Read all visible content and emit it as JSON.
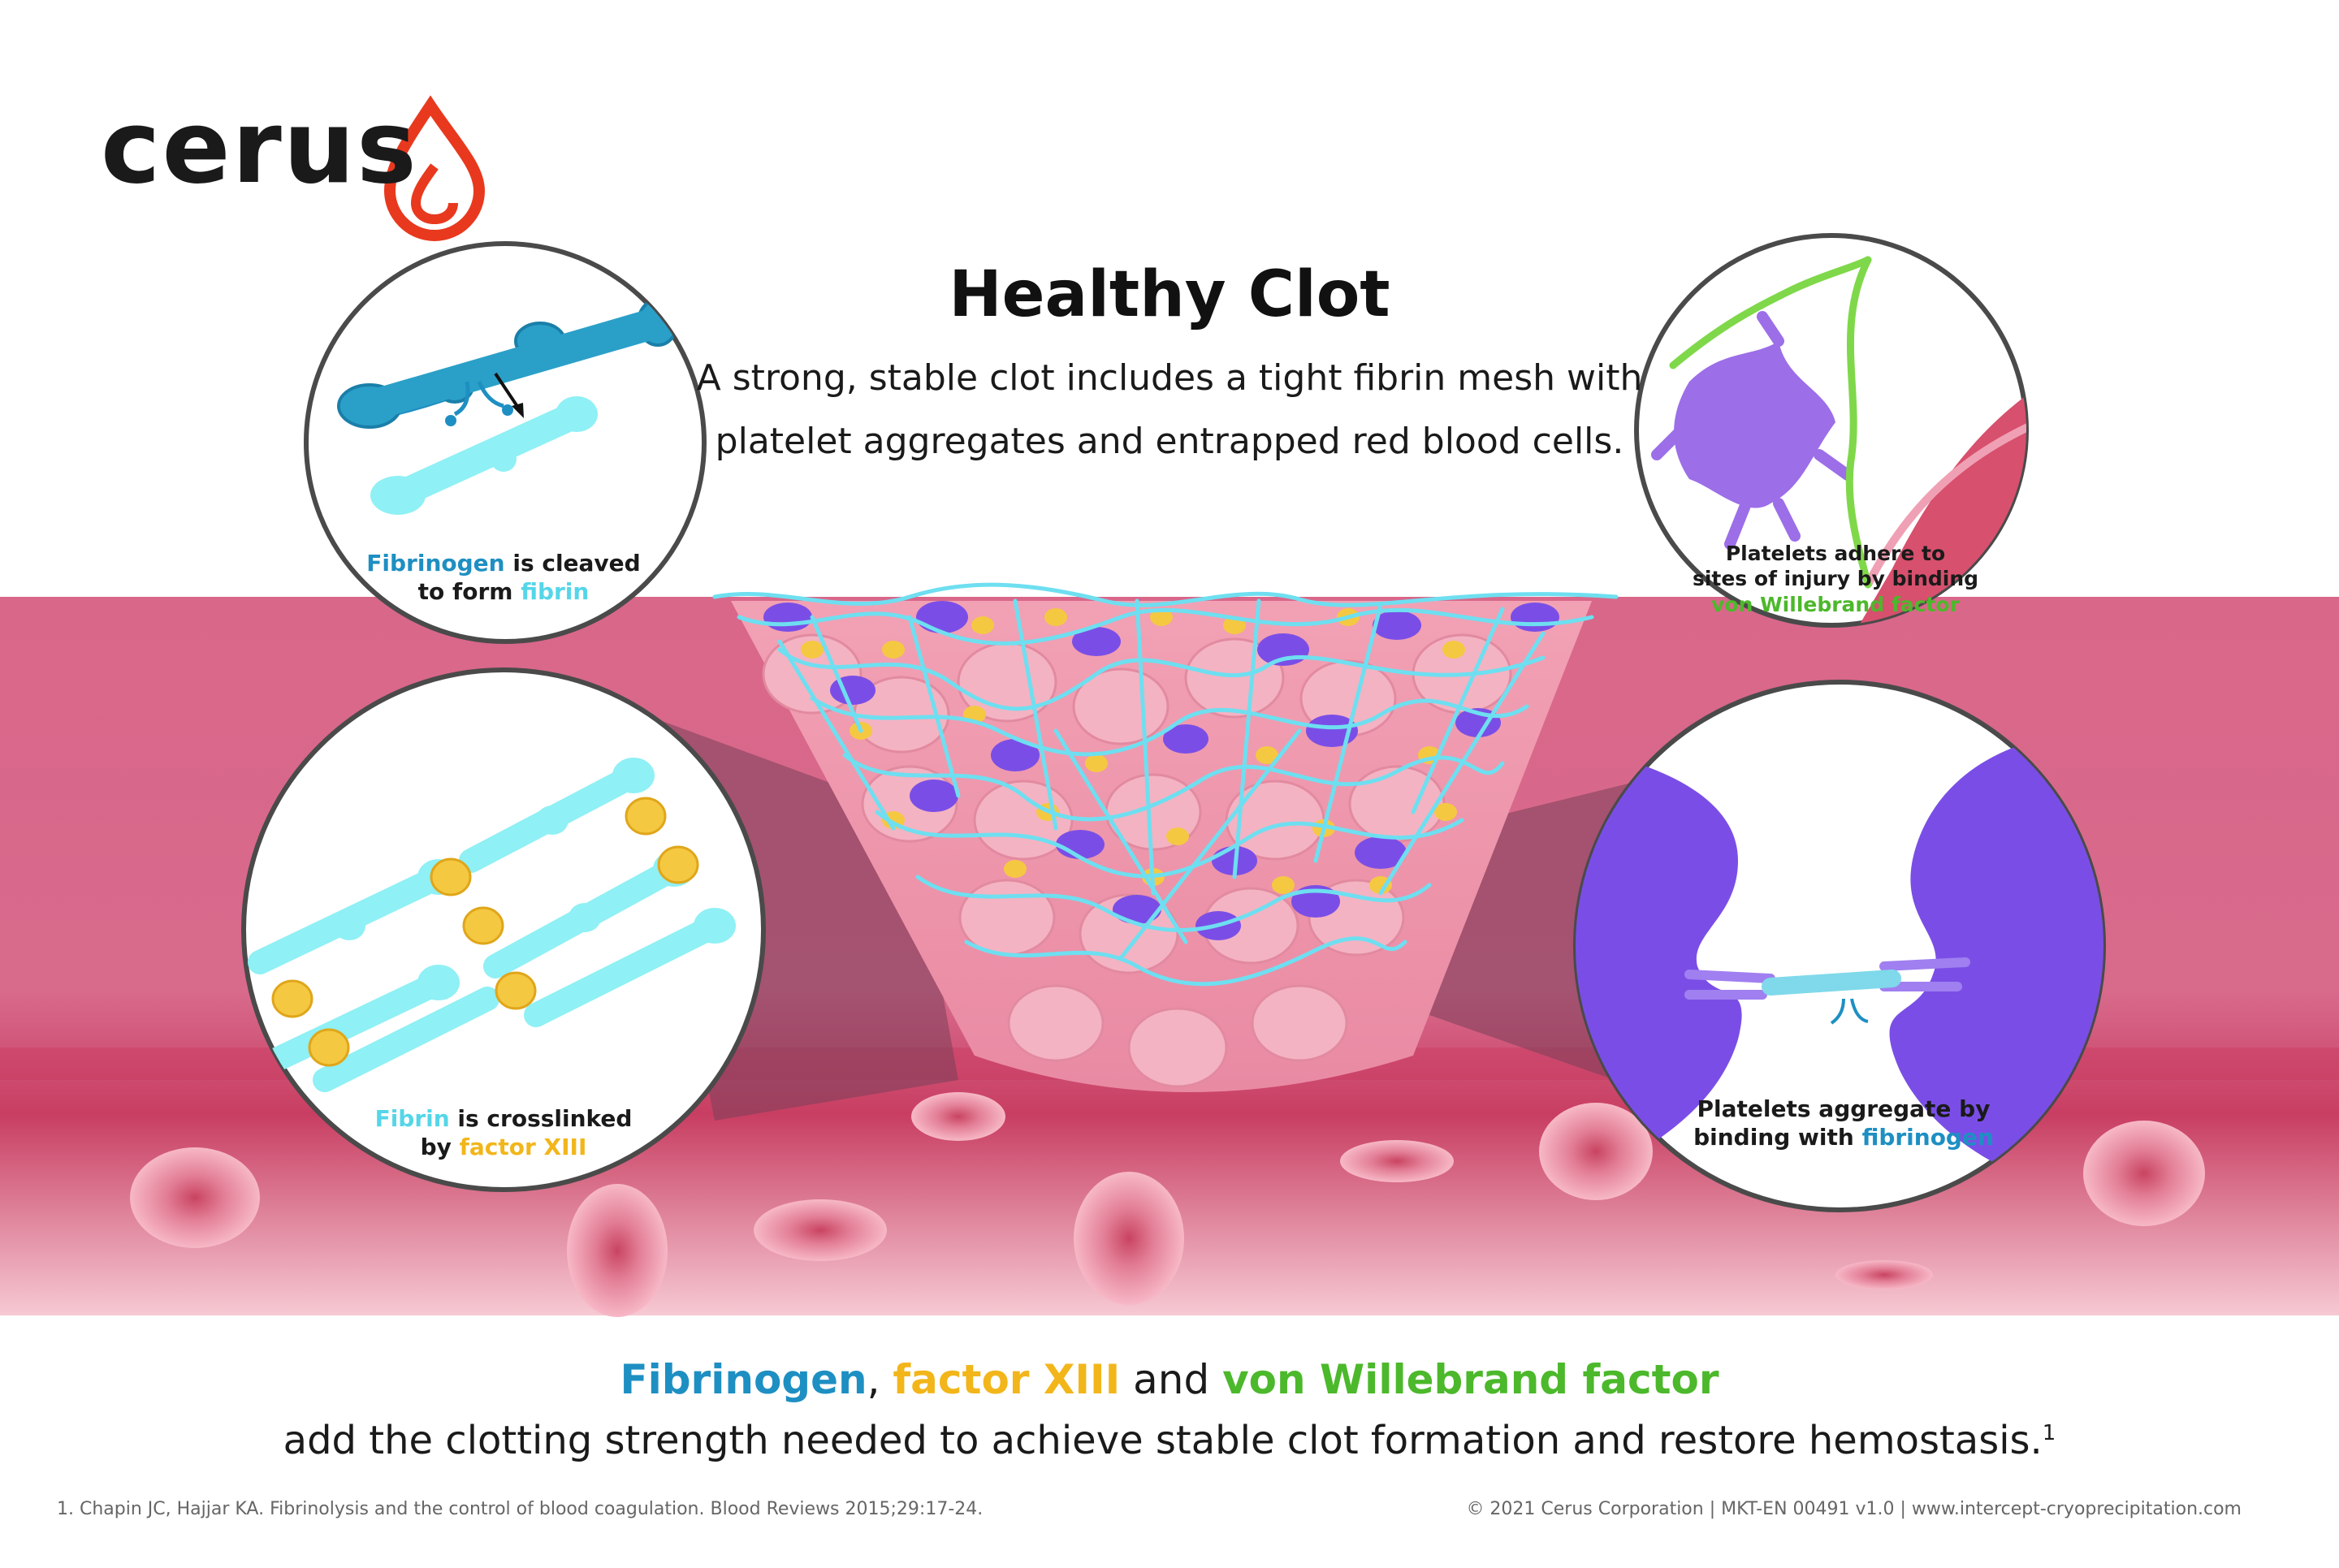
{
  "brand": {
    "name": "cerus",
    "logo_color": "#e8391e"
  },
  "header": {
    "title": "Healthy Clot",
    "subtitle_line1": "A strong, stable clot includes a tight fibrin mesh with",
    "subtitle_line2": "platelet aggregates and entrapped red blood cells."
  },
  "callouts": {
    "top_left": {
      "word1": "Fibrinogen",
      "text1": " is cleaved",
      "text2": "to form ",
      "word2": "fibrin"
    },
    "bottom_left": {
      "word1": "Fibrin",
      "text1": " is crosslinked",
      "text2": "by ",
      "word2": "factor XIII"
    },
    "top_right": {
      "line1": "Platelets adhere to",
      "line2": "sites of injury by binding",
      "word": "von Willebrand factor"
    },
    "bottom_right": {
      "line1": "Platelets aggregate by",
      "text2": "binding with ",
      "word": "fibrinogen"
    }
  },
  "tagline": {
    "fibrinogen": "Fibrinogen",
    "comma": ", ",
    "factor": "factor XIII",
    "and": " and ",
    "vwf": "von Willebrand factor",
    "line2": "add the clotting strength needed to achieve stable clot formation and restore hemostasis.",
    "ref_mark": "1"
  },
  "footer": {
    "reference": "1. Chapin JC, Hajjar KA. Fibrinolysis and the control of blood coagulation. Blood Reviews 2015;29:17-24.",
    "copyright": "© 2021 Cerus Corporation | MKT-EN 00491 v1.0 | www.intercept-cryoprecipitation.com"
  },
  "colors": {
    "fibrinogen": "#1e8fc2",
    "fibrin": "#55d6e8",
    "factor_xiii": "#f2b61b",
    "vwf": "#4cb82b",
    "platelet": "#7a4ee6",
    "vessel": "#d9607f",
    "red_cell": "#f2a6b4"
  }
}
